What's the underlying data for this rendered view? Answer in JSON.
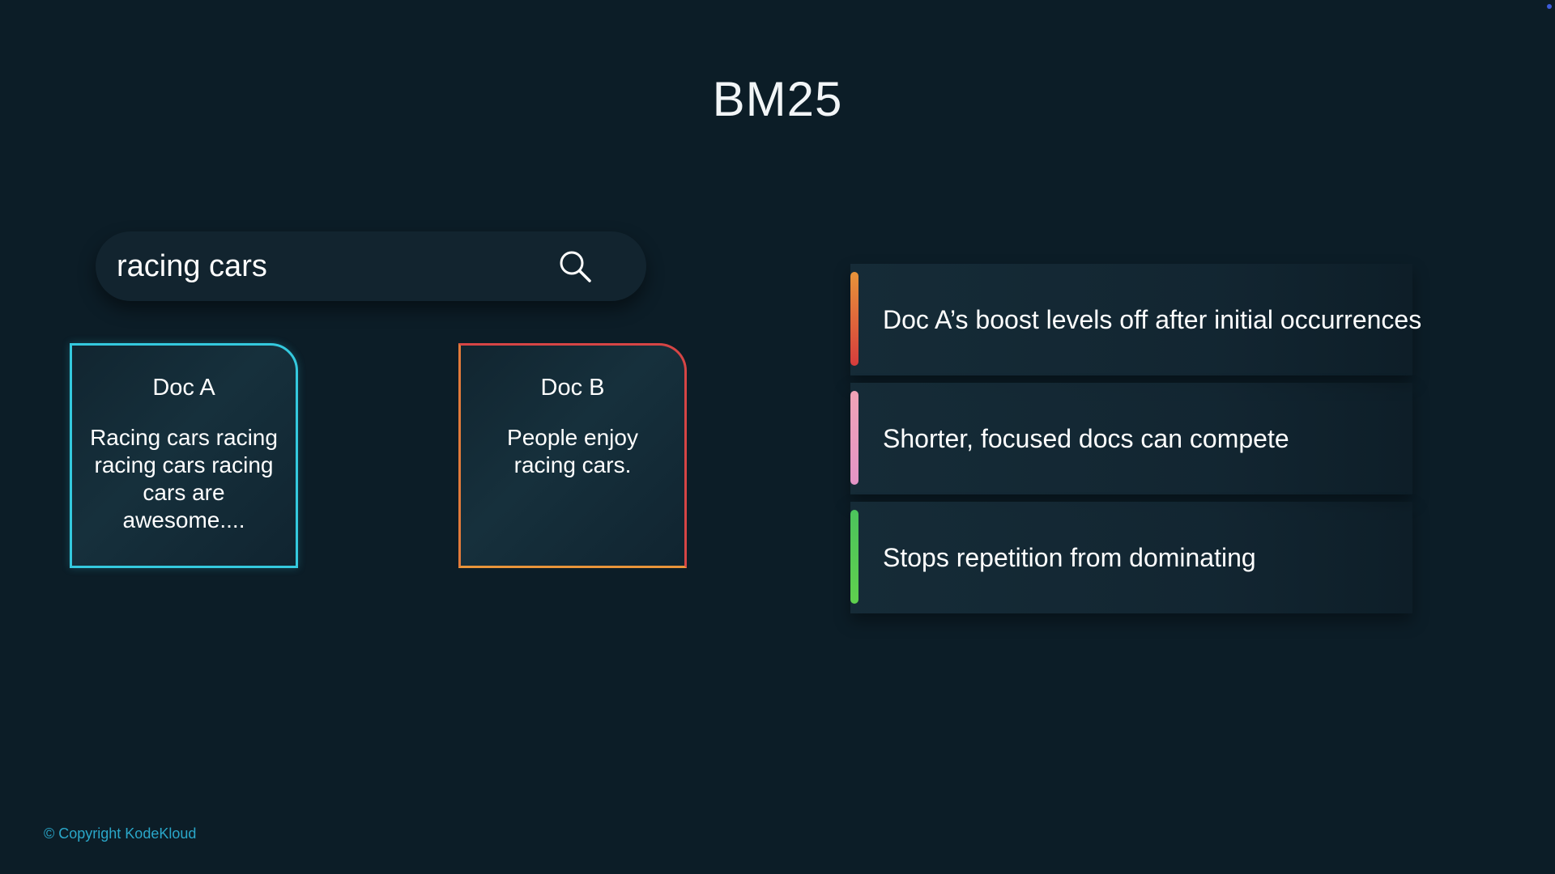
{
  "slide": {
    "title": "BM25"
  },
  "search": {
    "query": "racing cars",
    "icon": "search-icon"
  },
  "docs": [
    {
      "title": "Doc A",
      "body": "Racing cars racing racing cars racing cars are awesome....",
      "border_color": "#34c9de"
    },
    {
      "title": "Doc B",
      "body": "People enjoy racing cars.",
      "border_color": "#e27a3a"
    }
  ],
  "points": [
    {
      "text": "Doc A’s boost levels off after initial occurrences",
      "color_top": "#e8943a",
      "color_bottom": "#d63c3c"
    },
    {
      "text": "Shorter, focused docs can compete",
      "color_top": "#f0a3b6",
      "color_bottom": "#e394c6"
    },
    {
      "text": "Stops repetition from dominating",
      "color_top": "#4cc35c",
      "color_bottom": "#5fd04e"
    }
  ],
  "footer": {
    "copyright": "© Copyright KodeKloud"
  },
  "colors": {
    "background": "#0c1d27",
    "accent": "#2aa7c9",
    "corner_dot": "#3d5bd9"
  }
}
